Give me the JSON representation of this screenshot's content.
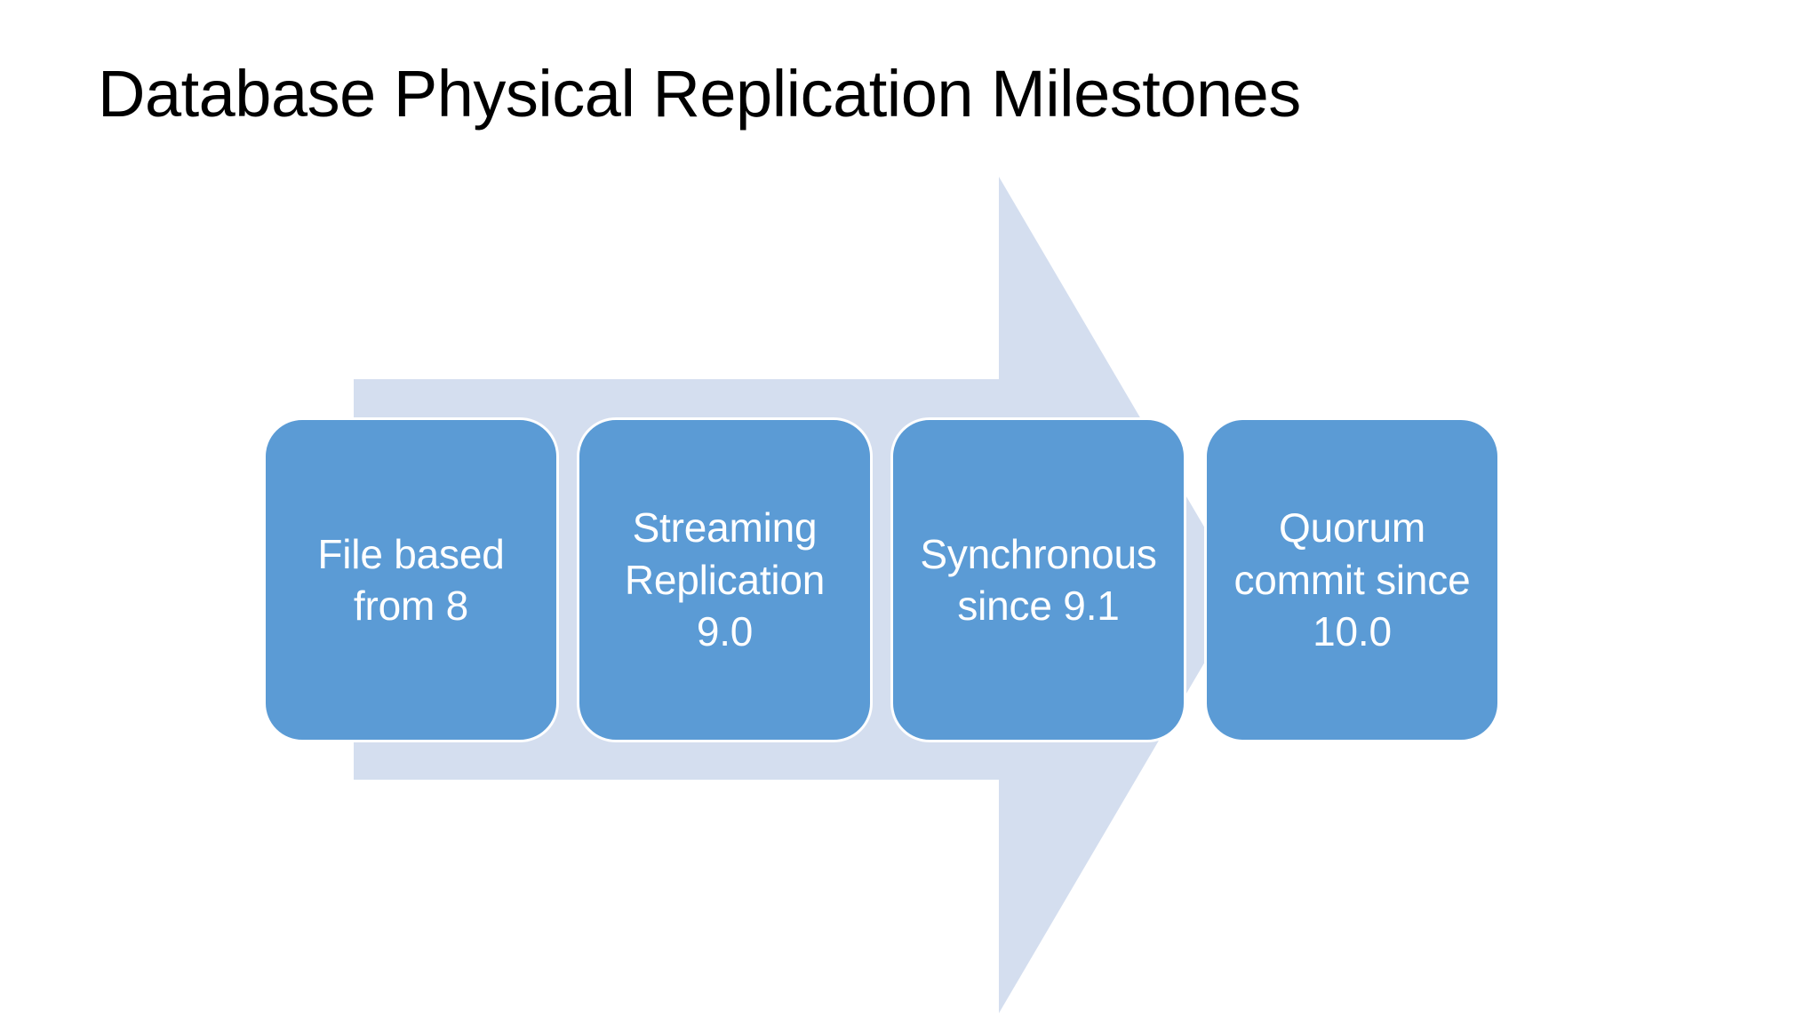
{
  "slide": {
    "title": "Database Physical Replication Milestones",
    "background_color": "#FFFFFF",
    "title_color": "#000000"
  },
  "arrow": {
    "name": "right-block-arrow",
    "fill_color": "#D4DEEF",
    "direction": "right"
  },
  "milestones": {
    "box_fill_color": "#5B9BD5",
    "box_border_color": "#FFFFFF",
    "box_text_color": "#FFFFFF",
    "items": [
      {
        "label": "File based\nfrom 8"
      },
      {
        "label": "Streaming\nReplication\n9.0"
      },
      {
        "label": "Synchronous\nsince 9.1"
      },
      {
        "label": "Quorum\ncommit since\n10.0"
      }
    ]
  }
}
